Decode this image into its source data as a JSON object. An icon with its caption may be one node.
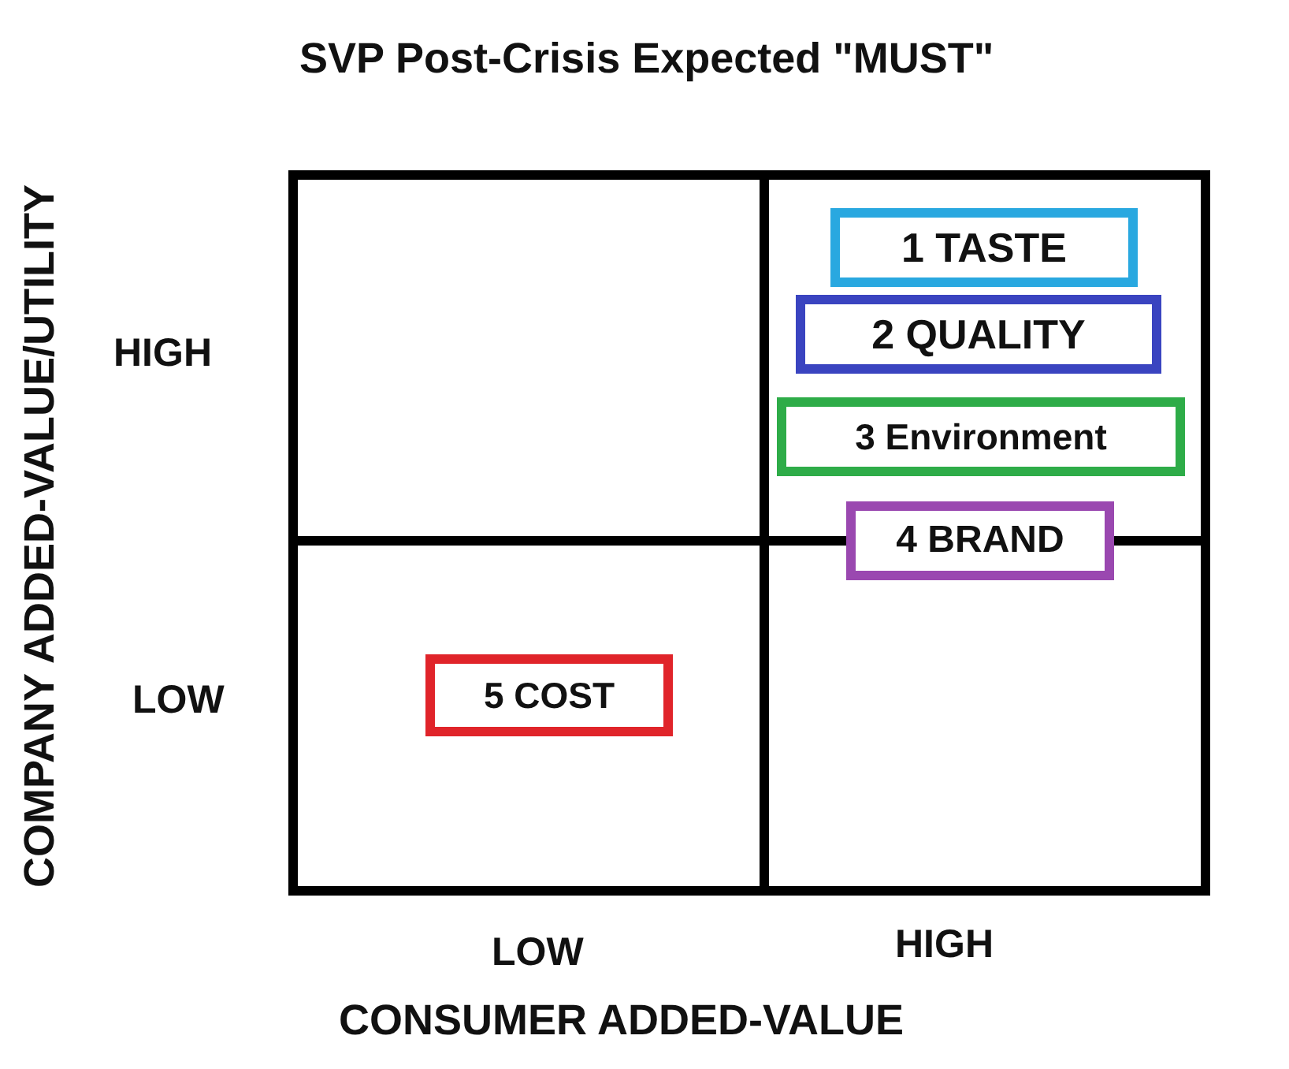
{
  "diagram": {
    "title": "SVP Post-Crisis Expected \"MUST\"",
    "nodes": [
      {
        "text": [
          "1 TASTE"
        ]
      },
      {
        "text": [
          "2 QUALITY"
        ]
      },
      {
        "text": [
          "3 Environment"
        ]
      },
      {
        "text": [
          "4 BRAND"
        ]
      },
      {
        "text": [
          "5 COST"
        ]
      }
    ],
    "labels": [
      "COMPANY ADDED-VALUE/UTILITY",
      "HIGH",
      "LOW",
      "LOW",
      "HIGH",
      "CONSUMER ADDED-VALUE"
    ]
  }
}
